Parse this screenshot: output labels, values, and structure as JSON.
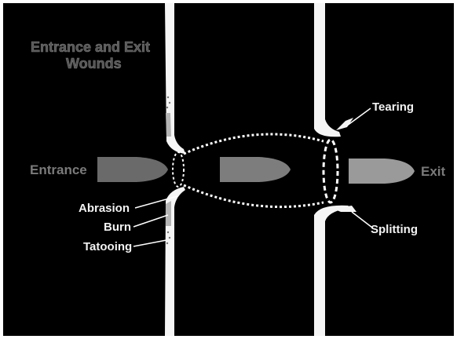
{
  "title_line1": "Entrance and Exit",
  "title_line2": "Wounds",
  "label_entrance": "Entrance",
  "label_exit": "Exit",
  "label_abrasion": "Abrasion",
  "label_burn": "Burn",
  "label_tatooing": "Tatooing",
  "label_tearing": "Tearing",
  "label_splitting": "Splitting",
  "colors": {
    "background": "#000000",
    "tissue": "#f5f5f5",
    "bullet_dark": "#6a6a6a",
    "bullet_mid": "#7d7d7d",
    "bullet_light": "#9a9a9a"
  }
}
